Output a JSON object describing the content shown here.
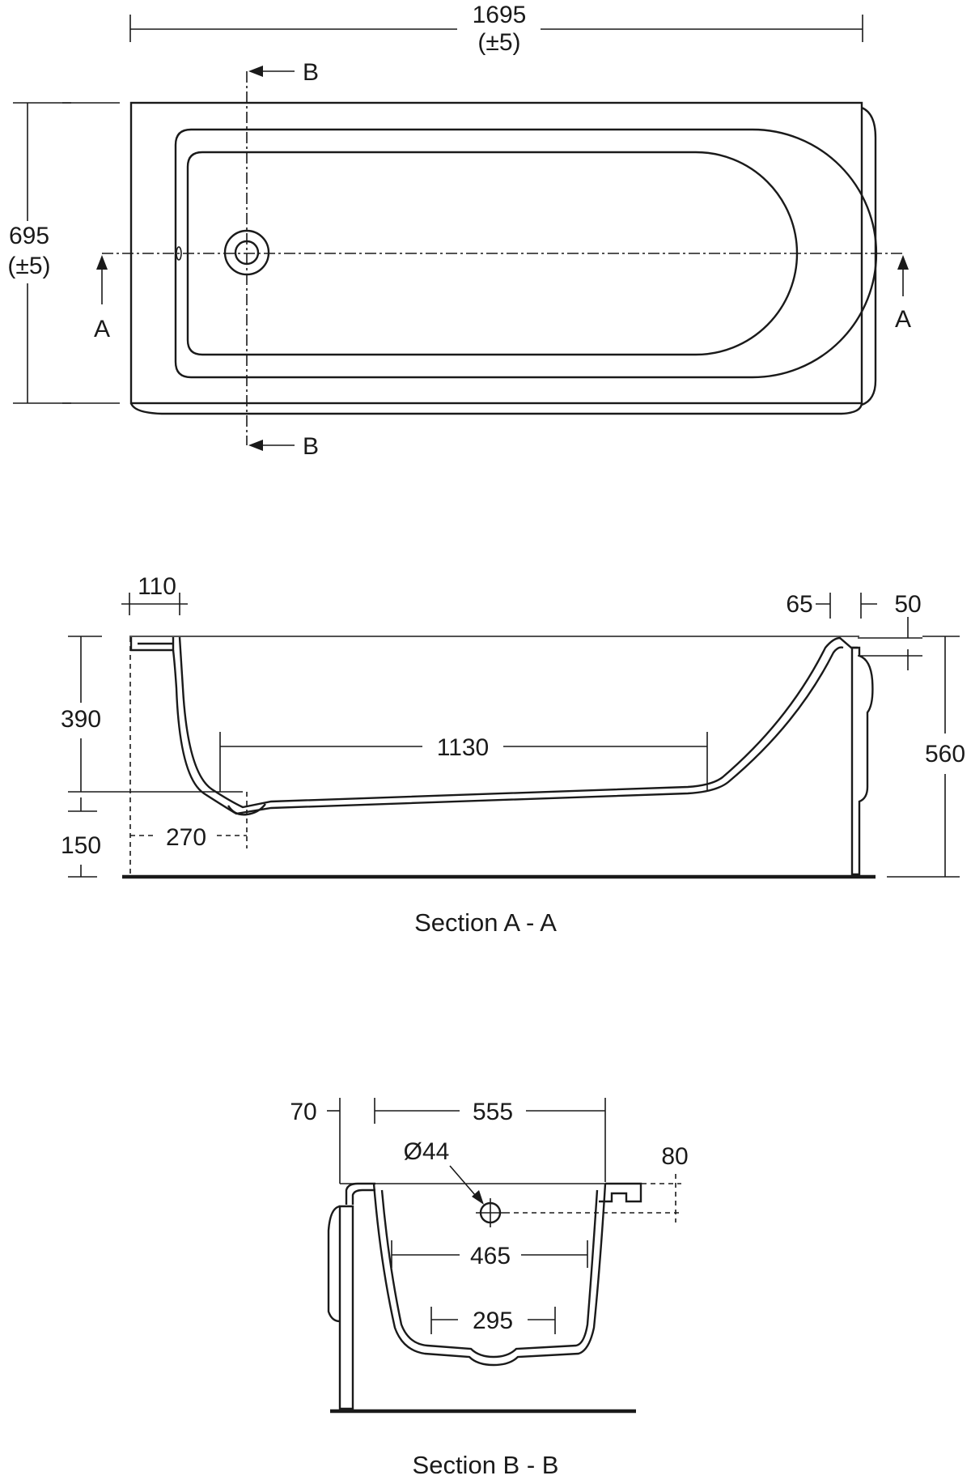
{
  "plan": {
    "length": "1695",
    "length_tol": "(±5)",
    "width": "695",
    "width_tol": "(±5)",
    "section_a_marker": "A",
    "section_b_marker": "B"
  },
  "section_a": {
    "caption": "Section A - A",
    "rim_left": "110",
    "rim_right": "65",
    "panel_gap": "50",
    "depth": "390",
    "floor_height": "150",
    "total_height": "560",
    "waste_offset": "270",
    "flat_length": "1130"
  },
  "section_b": {
    "caption": "Section B - B",
    "panel_offset": "70",
    "top_width": "555",
    "waste_diameter": "Ø44",
    "waste_drop": "80",
    "mid_width": "465",
    "bottom_width": "295"
  }
}
